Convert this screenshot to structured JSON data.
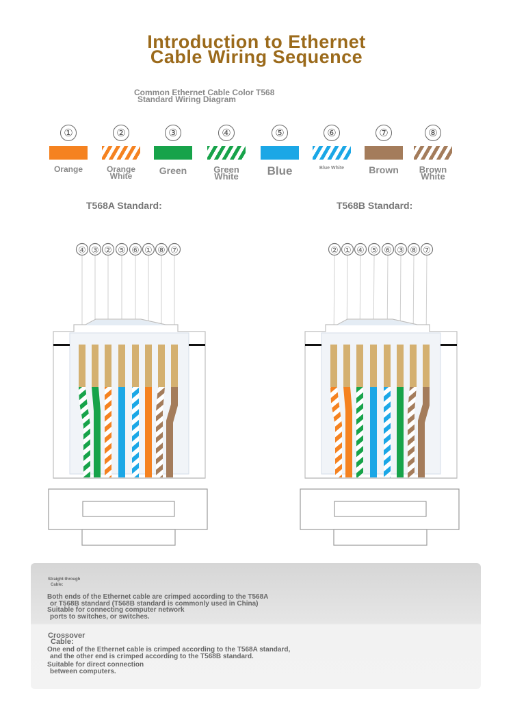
{
  "title": {
    "line1": "Introduction to Ethernet",
    "line2": "Cable Wiring Sequence"
  },
  "subtitle": {
    "line1": "Common Ethernet Cable Color T568",
    "line2": "Standard Wiring Diagram"
  },
  "colors": {
    "orange": "#f58220",
    "green": "#17a34a",
    "blue": "#1ba7e6",
    "brown": "#a47c5b",
    "gold": "#d4b070",
    "title": "#9b6a1b"
  },
  "legend": [
    {
      "num": "①",
      "label1": "Orange",
      "label2": "",
      "color": "#f58220",
      "striped": false
    },
    {
      "num": "②",
      "label1": "Orange",
      "label2": "White",
      "color": "#f58220",
      "striped": true
    },
    {
      "num": "③",
      "label1": "Green",
      "label2": "",
      "color": "#17a34a",
      "striped": false
    },
    {
      "num": "④",
      "label1": "Green",
      "label2": "White",
      "color": "#17a34a",
      "striped": true
    },
    {
      "num": "⑤",
      "label1": "Blue",
      "label2": "",
      "color": "#1ba7e6",
      "striped": false
    },
    {
      "num": "⑥",
      "label1": "Blue White",
      "label2": "",
      "color": "#1ba7e6",
      "striped": true
    },
    {
      "num": "⑦",
      "label1": "Brown",
      "label2": "",
      "color": "#a47c5b",
      "striped": false
    },
    {
      "num": "⑧",
      "label1": "Brown",
      "label2": "White",
      "color": "#a47c5b",
      "striped": true
    }
  ],
  "standards": [
    {
      "label": "T568A Standard:",
      "order": [
        "④",
        "③",
        "②",
        "⑤",
        "⑥",
        "①",
        "⑧",
        "⑦"
      ],
      "wires": [
        4,
        3,
        2,
        5,
        6,
        1,
        8,
        7
      ]
    },
    {
      "label": "T568B Standard:",
      "order": [
        "②",
        "①",
        "④",
        "⑤",
        "⑥",
        "③",
        "⑧",
        "⑦"
      ],
      "wires": [
        2,
        1,
        4,
        5,
        6,
        3,
        8,
        7
      ]
    }
  ],
  "info": {
    "straight_heading_1": "Straight-through",
    "straight_heading_2": "Cable:",
    "straight_p1_l1": "Both ends of the Ethernet cable are crimped according to the T568A",
    "straight_p1_l2": "or T568B standard (T568B standard is commonly used in China)",
    "straight_p2_l1": "Suitable for connecting computer network",
    "straight_p2_l2": "ports to switches, or switches.",
    "cross_heading_1": "Crossover",
    "cross_heading_2": "Cable:",
    "cross_p1_l1": "One end of the Ethernet cable is crimped according to the T568A standard,",
    "cross_p1_l2": "and the other end is crimped according to the T568B standard.",
    "cross_p2_l1": "Suitable for direct connection",
    "cross_p2_l2": "between computers."
  }
}
